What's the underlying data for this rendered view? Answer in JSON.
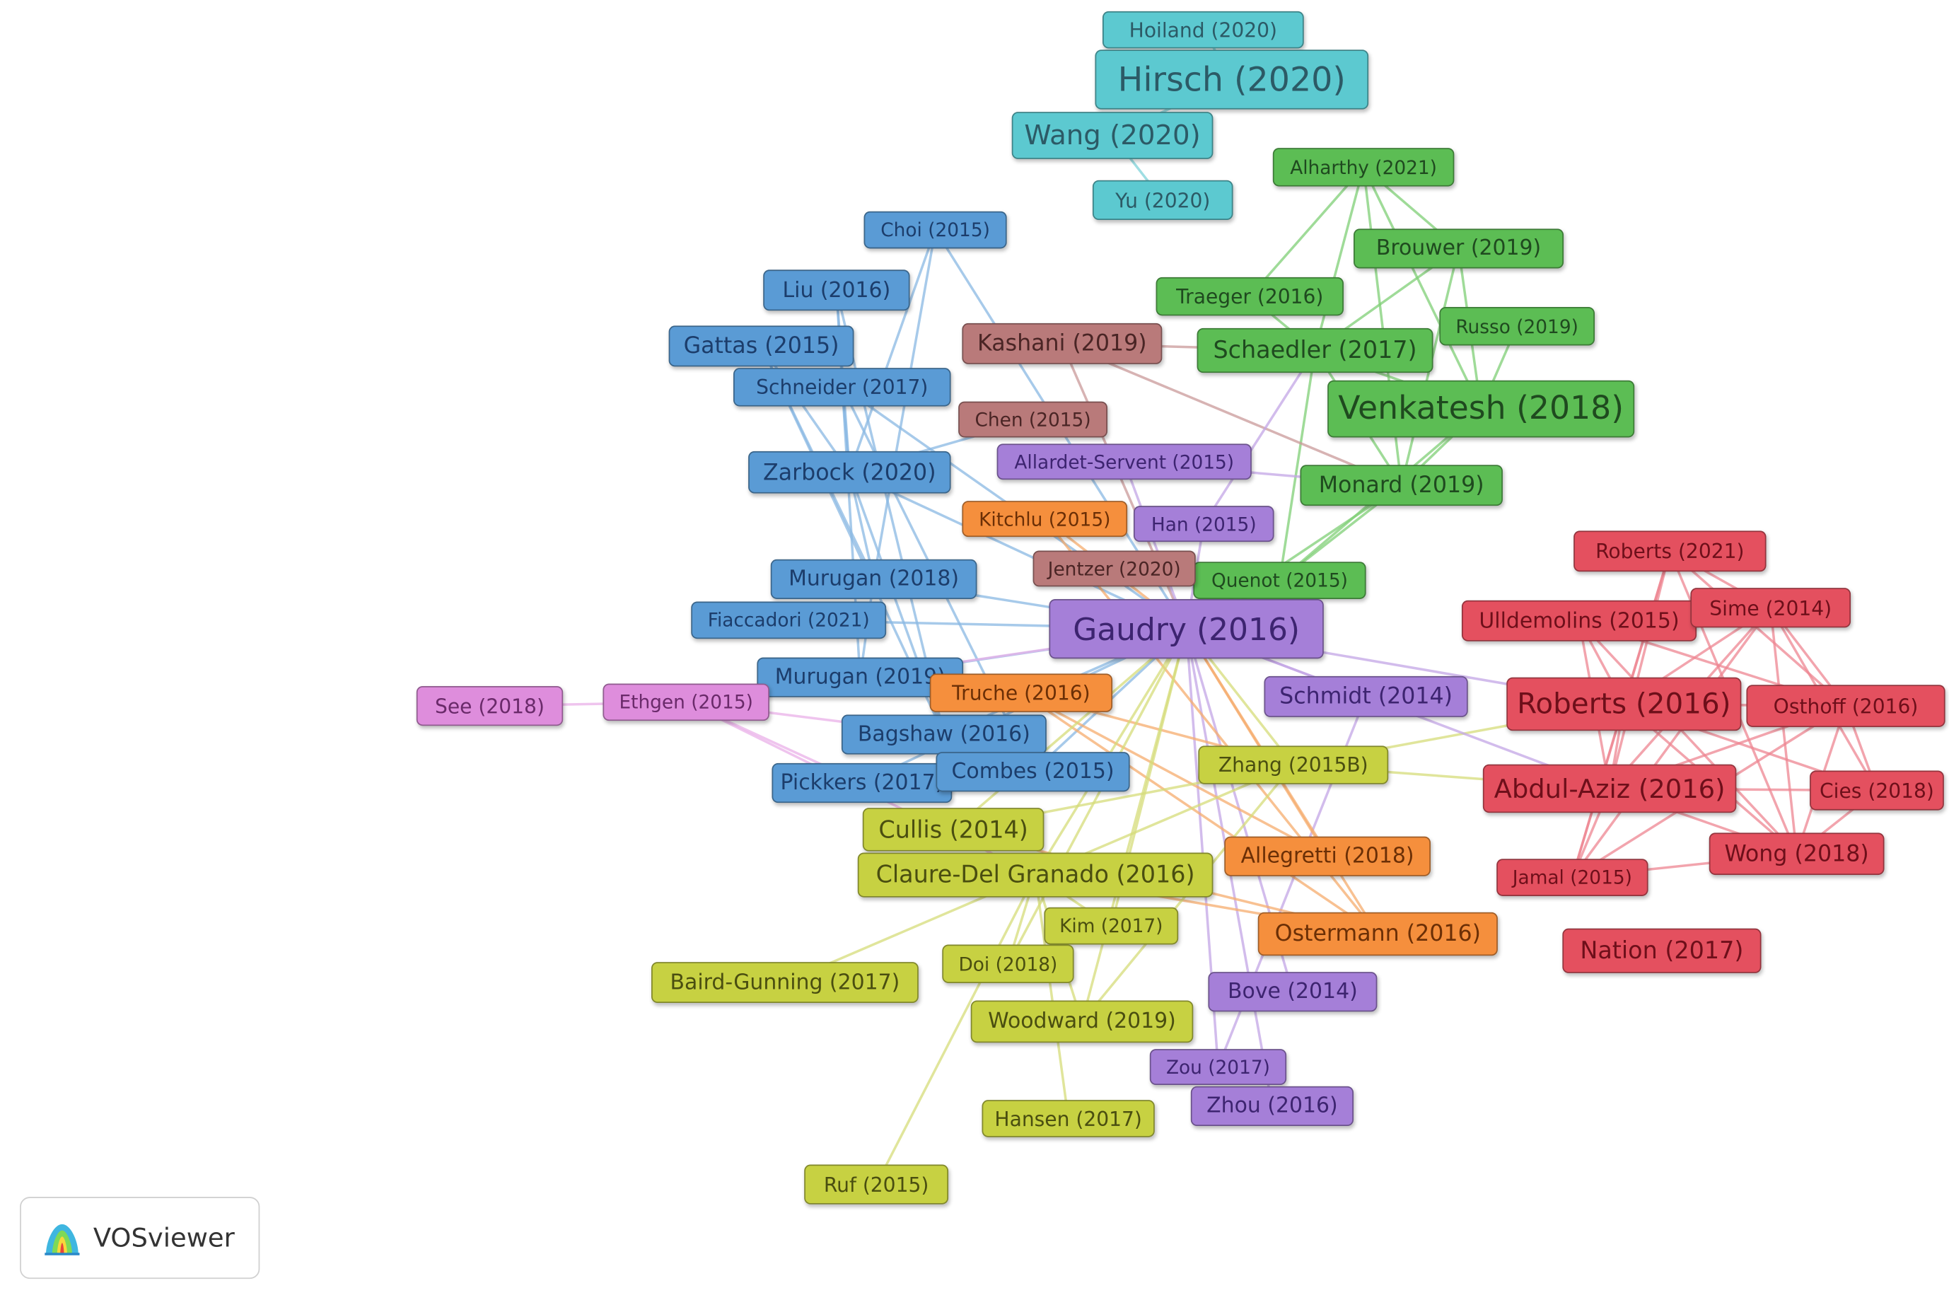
{
  "nodes": [
    {
      "label": "Hoiland (2020)",
      "cluster": "cyan"
    },
    {
      "label": "Hirsch (2020)",
      "cluster": "cyan"
    },
    {
      "label": "Wang (2020)",
      "cluster": "cyan"
    },
    {
      "label": "Yu (2020)",
      "cluster": "cyan"
    },
    {
      "label": "Alharthy (2021)",
      "cluster": "green"
    },
    {
      "label": "Brouwer (2019)",
      "cluster": "green"
    },
    {
      "label": "Traeger (2016)",
      "cluster": "green"
    },
    {
      "label": "Russo (2019)",
      "cluster": "green"
    },
    {
      "label": "Schaedler (2017)",
      "cluster": "green"
    },
    {
      "label": "Venkatesh (2018)",
      "cluster": "green"
    },
    {
      "label": "Monard (2019)",
      "cluster": "green"
    },
    {
      "label": "Quenot (2015)",
      "cluster": "green"
    },
    {
      "label": "Kashani (2019)",
      "cluster": "brown"
    },
    {
      "label": "Chen (2015)",
      "cluster": "brown"
    },
    {
      "label": "Jentzer (2020)",
      "cluster": "brown"
    },
    {
      "label": "Choi (2015)",
      "cluster": "blue"
    },
    {
      "label": "Liu (2016)",
      "cluster": "blue"
    },
    {
      "label": "Gattas (2015)",
      "cluster": "blue"
    },
    {
      "label": "Schneider (2017)",
      "cluster": "blue"
    },
    {
      "label": "Zarbock (2020)",
      "cluster": "blue"
    },
    {
      "label": "Murugan (2018)",
      "cluster": "blue"
    },
    {
      "label": "Fiaccadori (2021)",
      "cluster": "blue"
    },
    {
      "label": "Murugan (2019)",
      "cluster": "blue"
    },
    {
      "label": "Bagshaw (2016)",
      "cluster": "blue"
    },
    {
      "label": "Pickkers (2017)",
      "cluster": "blue"
    },
    {
      "label": "Allardet-Servent (2015)",
      "cluster": "purple"
    },
    {
      "label": "Han (2015)",
      "cluster": "purple"
    },
    {
      "label": "Gaudry (2016)",
      "cluster": "purple"
    },
    {
      "label": "Schmidt (2014)",
      "cluster": "purple"
    },
    {
      "label": "Bove (2014)",
      "cluster": "purple"
    },
    {
      "label": "Zou (2017)",
      "cluster": "purple"
    },
    {
      "label": "Zhou (2016)",
      "cluster": "purple"
    },
    {
      "label": "Kitchlu (2015)",
      "cluster": "orange"
    },
    {
      "label": "Truche (2016)",
      "cluster": "orange"
    },
    {
      "label": "Allegretti (2018)",
      "cluster": "orange"
    },
    {
      "label": "Ostermann (2016)",
      "cluster": "orange"
    },
    {
      "label": "Combes (2015)",
      "cluster": "blue"
    },
    {
      "label": "See (2018)",
      "cluster": "pink"
    },
    {
      "label": "Ethgen (2015)",
      "cluster": "pink"
    },
    {
      "label": "Zhang (2015B)",
      "cluster": "olive"
    },
    {
      "label": "Cullis (2014)",
      "cluster": "olive"
    },
    {
      "label": "Claure-Del Granado (2016)",
      "cluster": "olive"
    },
    {
      "label": "Kim (2017)",
      "cluster": "olive"
    },
    {
      "label": "Doi (2018)",
      "cluster": "olive"
    },
    {
      "label": "Baird-Gunning (2017)",
      "cluster": "olive"
    },
    {
      "label": "Woodward (2019)",
      "cluster": "olive"
    },
    {
      "label": "Hansen (2017)",
      "cluster": "olive"
    },
    {
      "label": "Ruf (2015)",
      "cluster": "olive"
    },
    {
      "label": "Roberts (2021)",
      "cluster": "red"
    },
    {
      "label": "Ulldemolins (2015)",
      "cluster": "red"
    },
    {
      "label": "Sime (2014)",
      "cluster": "red"
    },
    {
      "label": "Roberts (2016)",
      "cluster": "red"
    },
    {
      "label": "Osthoff (2016)",
      "cluster": "red"
    },
    {
      "label": "Abdul-Aziz (2016)",
      "cluster": "red"
    },
    {
      "label": "Cies (2018)",
      "cluster": "red"
    },
    {
      "label": "Jamal (2015)",
      "cluster": "red"
    },
    {
      "label": "Wong (2018)",
      "cluster": "red"
    },
    {
      "label": "Nation (2017)",
      "cluster": "red"
    }
  ],
  "clusters": {
    "cyan": {
      "fill": "#5cc9d0",
      "text": "#2c5a66",
      "line": "#7fd3da"
    },
    "green": {
      "fill": "#5cbd54",
      "text": "#1f4a1f",
      "line": "#7fcf75"
    },
    "brown": {
      "fill": "#b97a7a",
      "text": "#4a2525",
      "line": "#c99a9a"
    },
    "blue": {
      "fill": "#5a9bd5",
      "text": "#1c3d6b",
      "line": "#8ab8e3"
    },
    "purple": {
      "fill": "#a57fd8",
      "text": "#3d2470",
      "line": "#c3a5e6"
    },
    "orange": {
      "fill": "#f58f3d",
      "text": "#6b2f06",
      "line": "#f6ac6e"
    },
    "pink": {
      "fill": "#de8ddc",
      "text": "#6a2a6a",
      "line": "#eab0e8"
    },
    "olive": {
      "fill": "#c7d142",
      "text": "#4a4e10",
      "line": "#d6dc7a"
    },
    "red": {
      "fill": "#e4505f",
      "text": "#6e0f1a",
      "line": "#ee8591"
    }
  },
  "badge": {
    "label": "VOSviewer",
    "icon": "vosviewer-logo-icon"
  }
}
